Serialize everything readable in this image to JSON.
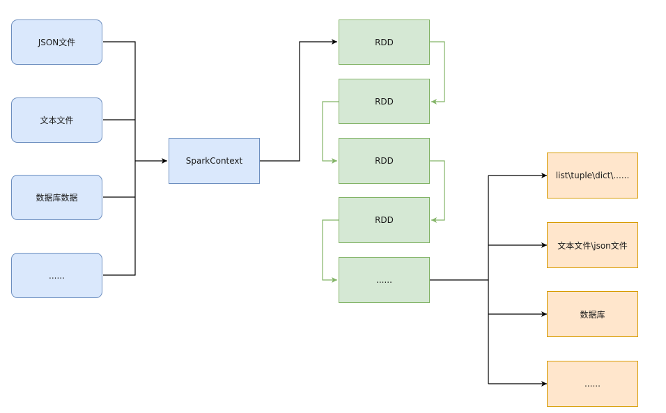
{
  "sources": [
    "JSON文件",
    "文本文件",
    "数据库数据",
    "......"
  ],
  "context": "SparkContext",
  "rdds": [
    "RDD",
    "RDD",
    "RDD",
    "RDD",
    "......"
  ],
  "outputs": [
    "list\\tuple\\dict\\......",
    "文本文件\\json文件",
    "数据库",
    "......"
  ],
  "colors": {
    "blue_fill": "#dae8fc",
    "blue_stroke": "#6c8ebf",
    "green_fill": "#d5e8d4",
    "green_stroke": "#82b366",
    "orange_fill": "#ffe6cc",
    "orange_stroke": "#d79b00",
    "edge": "#000000"
  }
}
